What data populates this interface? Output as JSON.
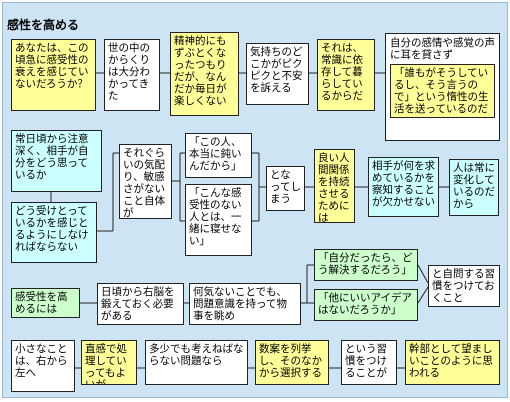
{
  "title": "感性を高める",
  "row1": [
    "あなたは、この頃急に感受性の衰えを感じていないだろうか？",
    "世の中のからくりは大分わかってきた",
    "精神的にもずぶとくなったつもりだが、なんだか毎日が楽しくない",
    "気持ちのどこかがピクピクと不安を訴える",
    "それは、常識に依存して暮らしているからだ",
    "自分の感情や感覚の声に耳を貸さず",
    "「誰もがそうしているし、そう言うので」という惰性の生活を送っているのだ"
  ],
  "row2": [
    "常日頃から注意深く、相手が自分をどう思っているか",
    "どう受けとっているかを感じとるようにしなければならない",
    "それぐらいの気配り、敏感さがないこと自体が",
    "「この人、本当に鈍いんだから」",
    "「こんな感受性のない人とは、一緒に寝せない」",
    "となってしまう",
    "良い人間関係を持続させるためには",
    "相手が何を求めているかを察知することが欠かせない",
    "人は常に変化しているのだから"
  ],
  "row3": [
    "感受性を高めるには",
    "日頃から右脳を鍛えておく必要がある",
    "何気ないことでも、問題意識を持って物事を眺め",
    "「自分だったら、どう解決するだろう」",
    "「他にいいアイデアはないだろうか」",
    "と自問する習慣をつけておくこと"
  ],
  "row4": [
    "小さなことは、右から左へ",
    "直感で処理していってもよいが",
    "多少でも考えねばならない問題なら",
    "数案を列挙し、そのなかから選択する",
    "という習慣をつけることが",
    "幹部として望ましいことのように思われる"
  ]
}
